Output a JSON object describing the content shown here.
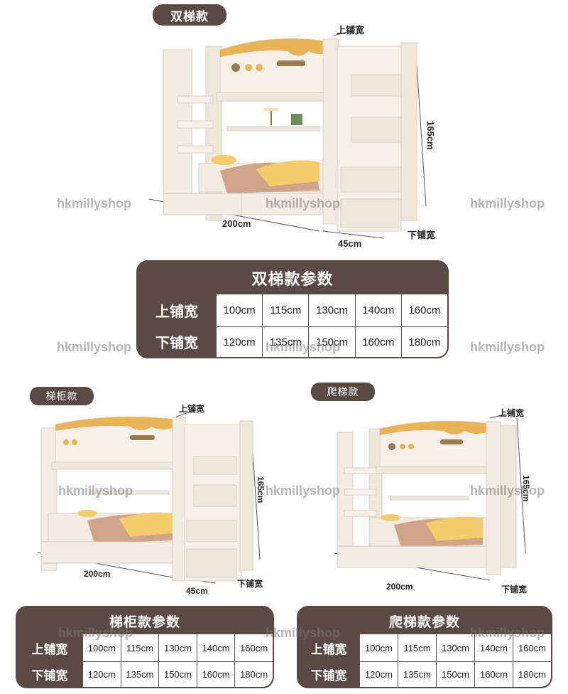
{
  "sections": {
    "double": {
      "pill": "双梯款",
      "dims": {
        "upper_width": "上铺宽",
        "height": "165cm",
        "length": "200cm",
        "stair": "45cm",
        "lower_width": "下铺宽"
      },
      "table": {
        "title": "双梯款参数",
        "rows": [
          {
            "label": "上铺宽",
            "values": [
              "100cm",
              "115cm",
              "130cm",
              "140cm",
              "160cm"
            ]
          },
          {
            "label": "下铺宽",
            "values": [
              "120cm",
              "135cm",
              "150cm",
              "160cm",
              "180cm"
            ]
          }
        ]
      }
    },
    "cabinet": {
      "pill": "梯柜款",
      "dims": {
        "upper_width": "上铺宽",
        "height": "165cm",
        "length": "200cm",
        "stair": "45cm",
        "lower_width": "下铺宽"
      },
      "table": {
        "title": "梯柜款参数",
        "rows": [
          {
            "label": "上铺宽",
            "values": [
              "100cm",
              "115cm",
              "130cm",
              "140cm",
              "160cm"
            ]
          },
          {
            "label": "下铺宽",
            "values": [
              "120cm",
              "135cm",
              "150cm",
              "160cm",
              "180cm"
            ]
          }
        ]
      }
    },
    "ladder": {
      "pill": "爬梯款",
      "dims": {
        "upper_width": "上铺宽",
        "height": "165cm",
        "length": "200cm",
        "lower_width": "下铺宽"
      },
      "table": {
        "title": "爬梯款参数",
        "rows": [
          {
            "label": "上铺宽",
            "values": [
              "100cm",
              "115cm",
              "130cm",
              "140cm",
              "160cm"
            ]
          },
          {
            "label": "下铺宽",
            "values": [
              "120cm",
              "135cm",
              "150cm",
              "160cm",
              "180cm"
            ]
          }
        ]
      }
    }
  },
  "watermark": "hkmillyshop",
  "colors": {
    "brown": "#5b4a44",
    "wood_white": "#f3ece0",
    "honey": "#e7b45a"
  }
}
